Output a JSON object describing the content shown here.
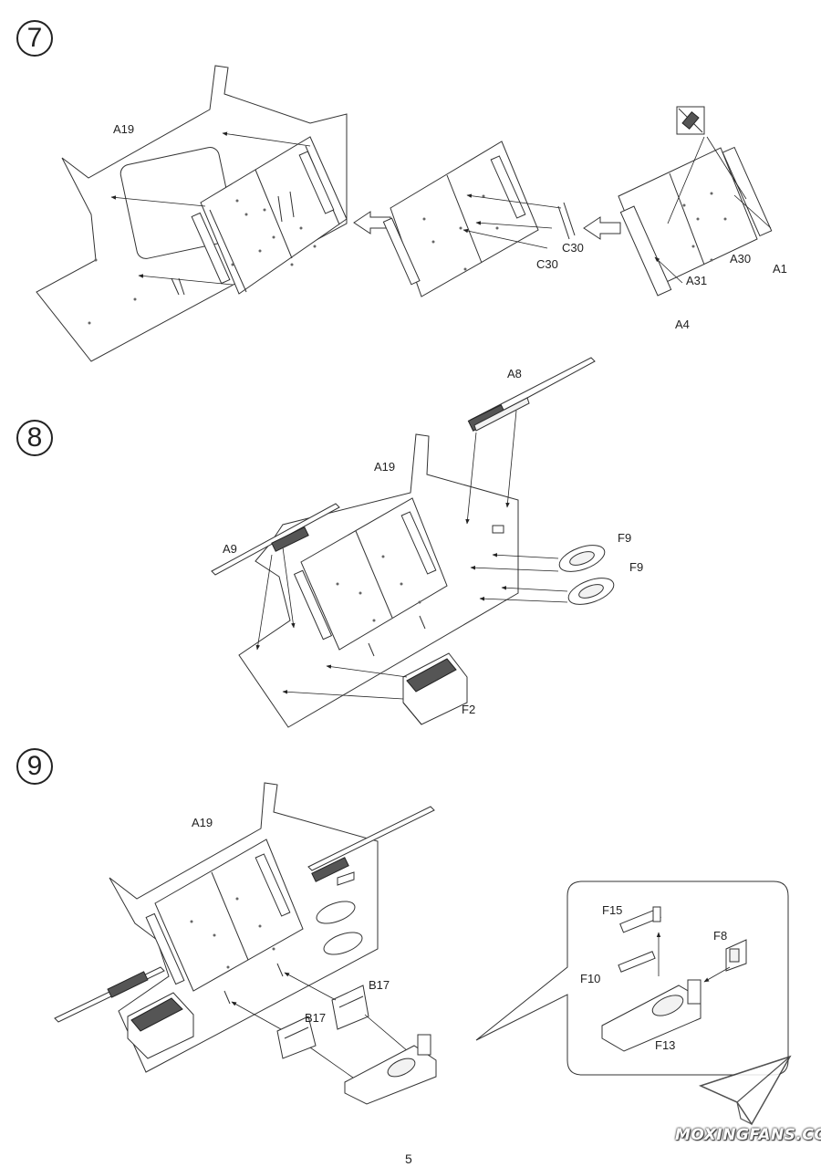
{
  "steps": [
    {
      "number": "7",
      "labels": [
        "A19",
        "C30",
        "C30",
        "A30",
        "A31",
        "A1",
        "A4"
      ],
      "icons": [
        "no-glue-icon",
        "assembly-arrow-icon",
        "assembly-arrow-icon"
      ]
    },
    {
      "number": "8",
      "labels": [
        "A8",
        "A19",
        "A9",
        "F9",
        "F9",
        "F2"
      ]
    },
    {
      "number": "9",
      "labels": [
        "A19",
        "B17",
        "B17",
        "F15",
        "F8",
        "F10",
        "F13"
      ]
    }
  ],
  "page_number": "5",
  "watermark": {
    "text": "MOXINGFANS.COM",
    "icon": "paper-plane-icon"
  }
}
